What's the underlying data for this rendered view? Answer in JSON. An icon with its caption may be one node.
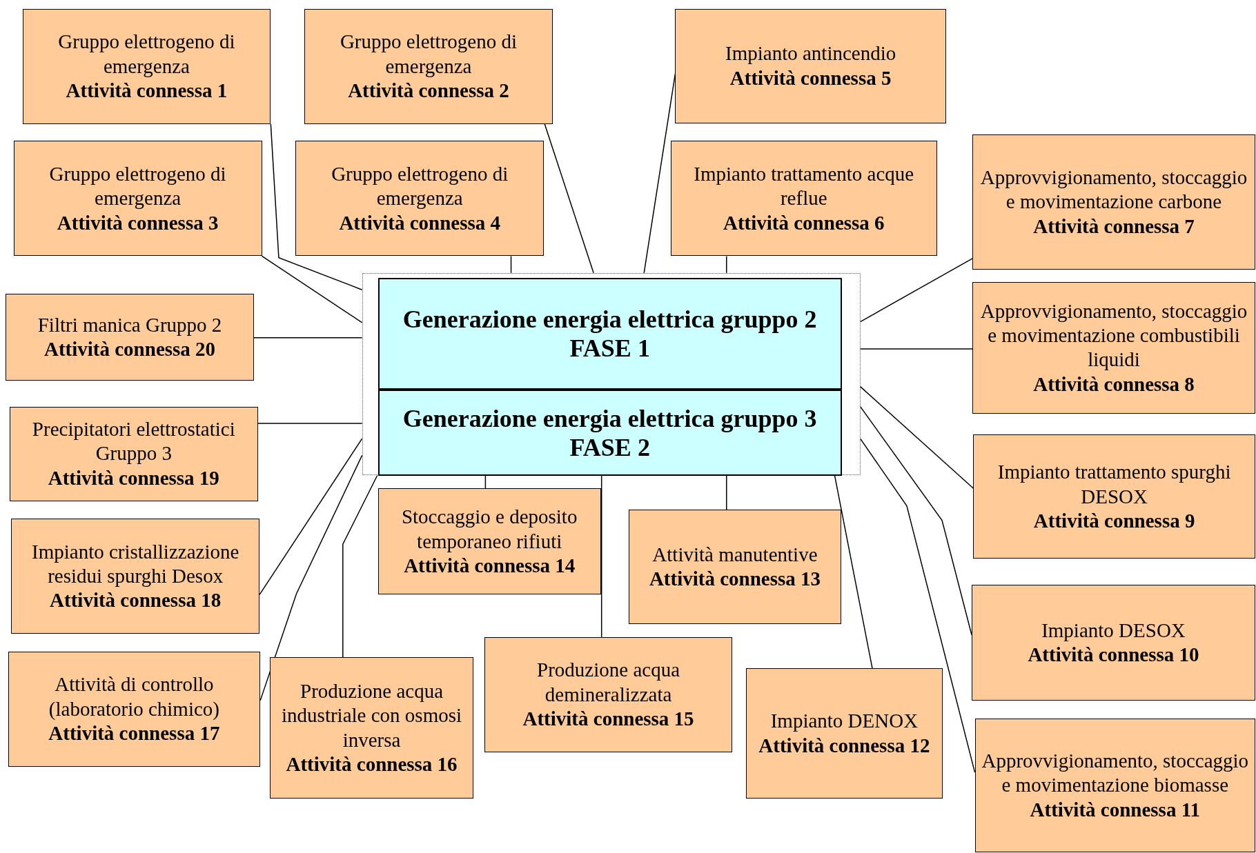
{
  "diagram": {
    "nodes": [
      {
        "text": [],
        "shape": "box"
      },
      {
        "text": [
          "Generazione energia elettrica gruppo 2 FASE 1"
        ],
        "in": 0
      },
      {
        "text": [
          "Generazione energia elettrica gruppo 3 FASE 2"
        ],
        "in": 0
      },
      {
        "text": [
          "Gruppo elettrogeno di emergenza",
          "Attività connessa 1"
        ]
      },
      {
        "text": [
          "Gruppo elettrogeno di emergenza",
          "Attività connessa 2"
        ]
      },
      {
        "text": [
          "Impianto antincendio",
          "Attività connessa 5"
        ]
      },
      {
        "text": [
          "Gruppo elettrogeno di emergenza",
          "Attività connessa 3"
        ]
      },
      {
        "text": [
          "Gruppo elettrogeno di emergenza",
          "Attività connessa 4"
        ]
      },
      {
        "text": [
          "Impianto trattamento acque reflue",
          "Attività connessa 6"
        ]
      },
      {
        "text": [
          "Approvvigionamento, stoccaggio e movimentazione carbone",
          "Attività connessa 7"
        ]
      },
      {
        "text": [
          "Filtri manica Gruppo 2",
          "Attività connessa 20"
        ]
      },
      {
        "text": [
          "Approvvigionamento, stoccaggio e movimentazione combustibili liquidi",
          "Attività connessa 8"
        ]
      },
      {
        "text": [
          "Precipitatori elettrostatici Gruppo 3",
          "Attività connessa 19"
        ]
      },
      {
        "text": [
          "Impianto trattamento spurghi DESOX",
          "Attività connessa 9"
        ]
      },
      {
        "text": [
          "Stoccaggio e deposito temporaneo rifiuti",
          "Attività connessa 14"
        ]
      },
      {
        "text": [
          "Attività manutentive",
          "Attività connessa 13"
        ]
      },
      {
        "text": [
          "Impianto cristallizzazione residui spurghi Desox",
          "Attività connessa 18"
        ]
      },
      {
        "text": [
          "Impianto DESOX",
          "Attività connessa 10"
        ]
      },
      {
        "text": [
          "Produzione acqua demineralizzata",
          "Attività connessa 15"
        ]
      },
      {
        "text": [
          "Attività di controllo (laboratorio chimico)",
          "Attività connessa 17"
        ]
      },
      {
        "text": [
          "Produzione acqua industriale con osmosi inversa",
          "Attività connessa 16"
        ]
      },
      {
        "text": [
          "Impianto DENOX",
          "Attività connessa 12"
        ]
      },
      {
        "text": [
          "Approvvigionamento, stoccaggio e movimentazione biomasse",
          "Attività connessa 11"
        ]
      }
    ],
    "edges": [
      {
        "from": 3,
        "to": 0,
        "arrow": "none"
      },
      {
        "from": 4,
        "to": 0,
        "arrow": "none"
      },
      {
        "from": 5,
        "to": 0,
        "arrow": "none"
      },
      {
        "from": 6,
        "to": 0,
        "arrow": "none"
      },
      {
        "from": 7,
        "to": 0,
        "arrow": "none"
      },
      {
        "from": 8,
        "to": 0,
        "arrow": "none"
      },
      {
        "from": 9,
        "to": 0,
        "arrow": "none"
      },
      {
        "from": 10,
        "to": 0,
        "arrow": "none"
      },
      {
        "from": 11,
        "to": 0,
        "arrow": "none"
      },
      {
        "from": 12,
        "to": 0,
        "arrow": "none"
      },
      {
        "from": 13,
        "to": 0,
        "arrow": "none"
      },
      {
        "from": 14,
        "to": 0,
        "arrow": "none"
      },
      {
        "from": 15,
        "to": 0,
        "arrow": "none"
      },
      {
        "from": 16,
        "to": 0,
        "arrow": "none"
      },
      {
        "from": 17,
        "to": 0,
        "arrow": "none"
      },
      {
        "from": 18,
        "to": 0,
        "arrow": "none"
      },
      {
        "from": 19,
        "to": 0,
        "arrow": "none"
      },
      {
        "from": 20,
        "to": 0,
        "arrow": "none"
      },
      {
        "from": 21,
        "to": 0,
        "arrow": "none"
      },
      {
        "from": 22,
        "to": 0,
        "arrow": "none"
      }
    ]
  }
}
